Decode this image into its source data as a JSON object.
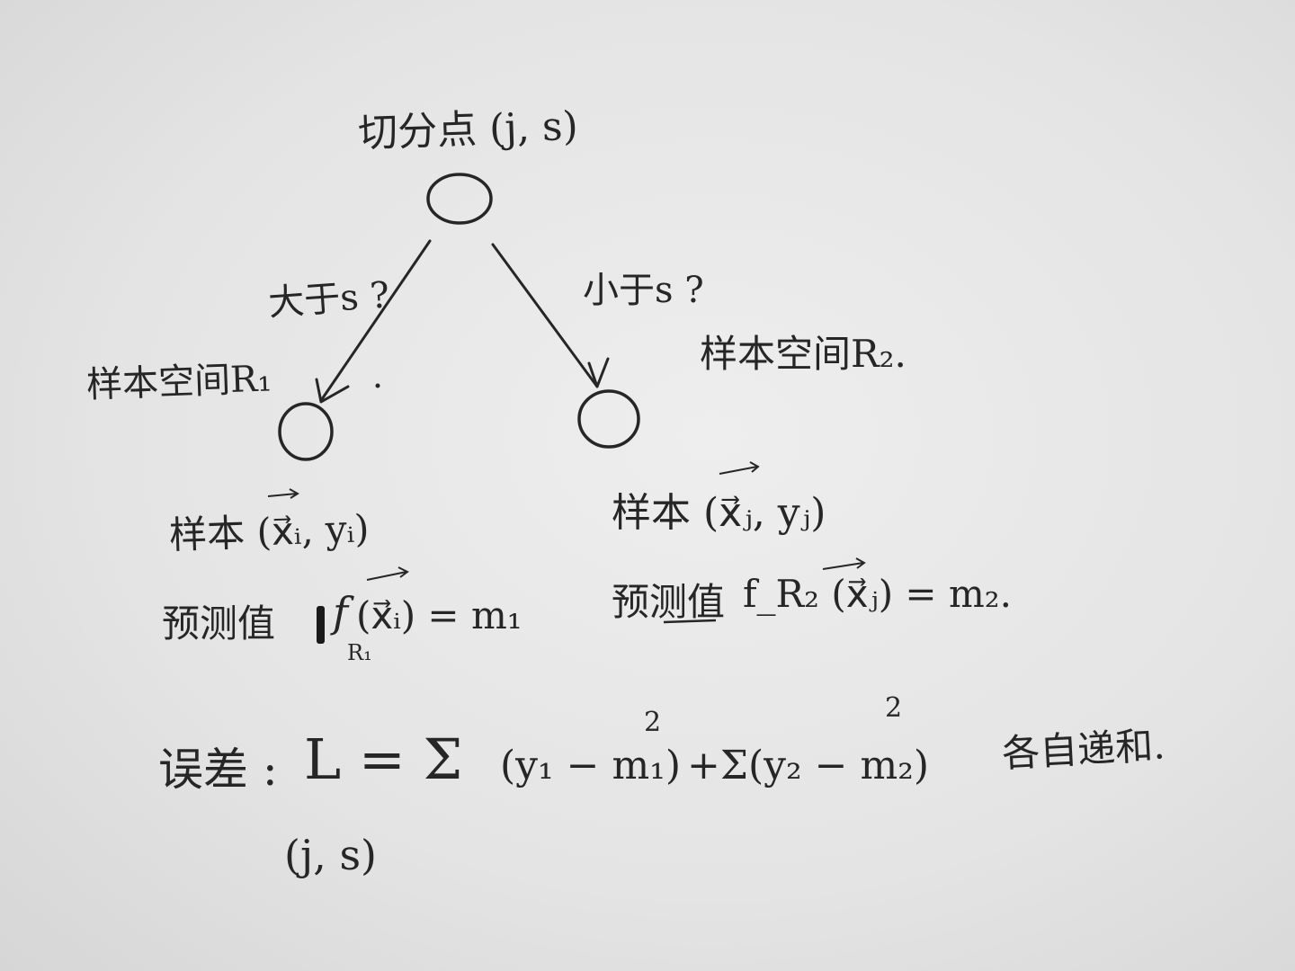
{
  "root": {
    "label": "切分点 (j, s)"
  },
  "left_branch": {
    "edge_label": "大于s ?",
    "space_label": "样本空间R₁",
    "sample": "样本 (x⃗ᵢ, yᵢ)",
    "prediction_prefix": "预测值",
    "prediction_func": "f",
    "prediction_sub": "R₁",
    "prediction_arg": "(x⃗ᵢ) = m₁"
  },
  "right_branch": {
    "edge_label": "小于s ?",
    "space_label": "样本空间R₂.",
    "sample": "样本 (x⃗ⱼ, yⱼ)",
    "prediction_prefix": "预测值",
    "prediction": "f_R₂ (x⃗ⱼ) = m₂."
  },
  "loss": {
    "prefix": "误差 :",
    "lhs": "L = Σ",
    "subscript": "(j, s)",
    "term1": "(y₁ − m₁)",
    "exp1": "2",
    "term2": "+Σ(y₂ − m₂)",
    "exp2": "2",
    "note": "各自递和."
  }
}
